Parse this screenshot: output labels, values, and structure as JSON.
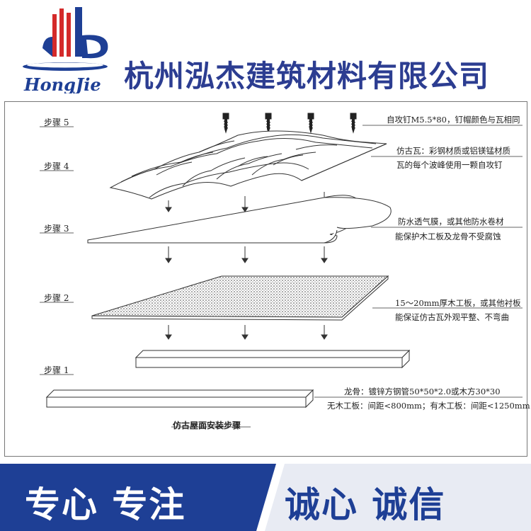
{
  "header": {
    "logo_text": "HongJie",
    "company_name": "杭州泓杰建筑材料有限公司",
    "brand_blue": "#1e3f95",
    "brand_red": "#d42a2a"
  },
  "diagram": {
    "steps": [
      {
        "label": "步骤 5",
        "notes": [
          "自攻钉M5.5*80，钉帽颜色与瓦相同"
        ]
      },
      {
        "label": "步骤 4",
        "notes": [
          "仿古瓦：彩钢材质或铝镁锰材质",
          "瓦的每个波峰使用一颗自攻钉"
        ]
      },
      {
        "label": "步骤 3",
        "notes": [
          "防水透气膜，或其他防水卷材",
          "能保护木工板及龙骨不受腐蚀"
        ]
      },
      {
        "label": "步骤 2",
        "notes": [
          "15～20mm厚木工板，或其他衬板",
          "能保证仿古瓦外观平整、不弯曲"
        ]
      },
      {
        "label": "步骤 1",
        "notes": [
          "龙骨：镀锌方钢管50*50*2.0或木方30*30",
          "无木工板：间距<800mm；有木工板：间距<1250mm"
        ]
      }
    ],
    "caption": "仿古屋面安装步骤"
  },
  "footer": {
    "slogan_left": "专心 专注",
    "slogan_right": "诚心 诚信",
    "band_color": "#1e3f95"
  }
}
